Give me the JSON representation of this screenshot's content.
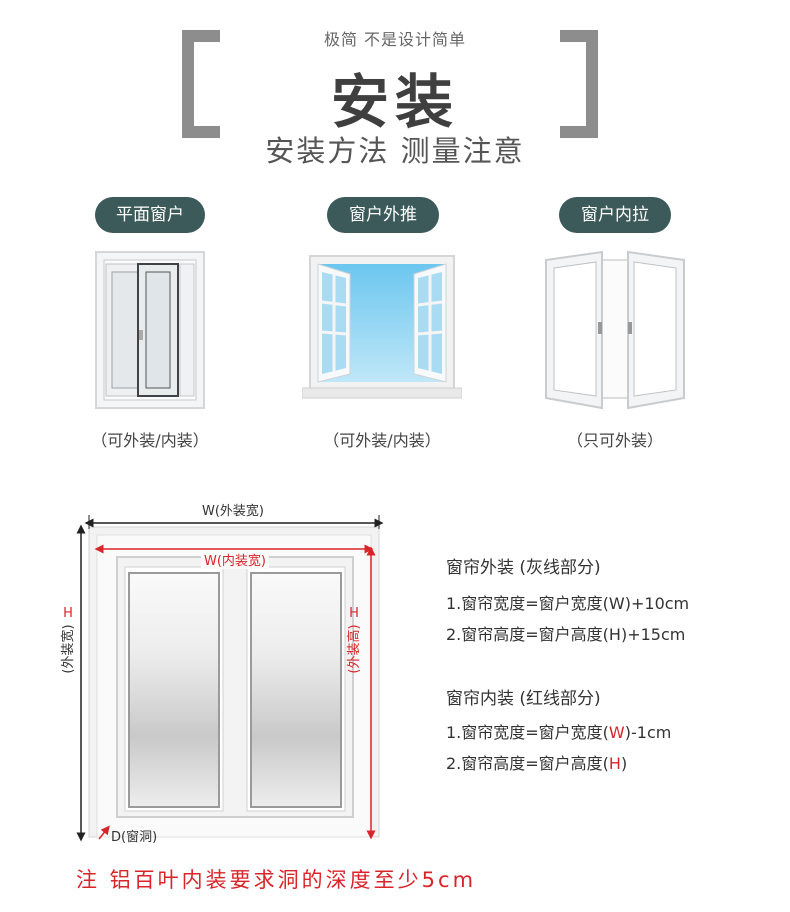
{
  "header": {
    "subtitle": "极简  不是设计简单",
    "title": "安装",
    "tagline": "安装方法 测量注意"
  },
  "window_types": [
    {
      "label": "平面窗户",
      "caption": "（可外装/内装）"
    },
    {
      "label": "窗户外推",
      "caption": "（可外装/内装）"
    },
    {
      "label": "窗户内拉",
      "caption": "（只可外装）"
    }
  ],
  "diagram": {
    "outer_width": "W(外装宽)",
    "inner_width": "W(内装宽)",
    "outer_height_h": "H",
    "outer_height_left": "(外装宽)",
    "inner_height_h": "H",
    "inner_height_right": "(外装高)",
    "depth": "D(窗洞)"
  },
  "outer_install": {
    "title": "窗帘外装 (灰线部分)",
    "line1": "1.窗帘宽度=窗户宽度(W)+10cm",
    "line2": "2.窗帘高度=窗户高度(H)+15cm"
  },
  "inner_install": {
    "title": "窗帘内装 (红线部分)",
    "line1_prefix": "1.窗帘宽度=窗户宽度(",
    "line1_red": "W",
    "line1_suffix": ")-1cm",
    "line2_prefix": "2.窗帘高度=窗户高度(",
    "line2_red": "H",
    "line2_suffix": ")"
  },
  "note": "注 铝百叶内装要求洞的深度至少5cm",
  "colors": {
    "pill": "#3b5a59",
    "red": "#d9242a",
    "bracket": "#8d8d8d"
  }
}
